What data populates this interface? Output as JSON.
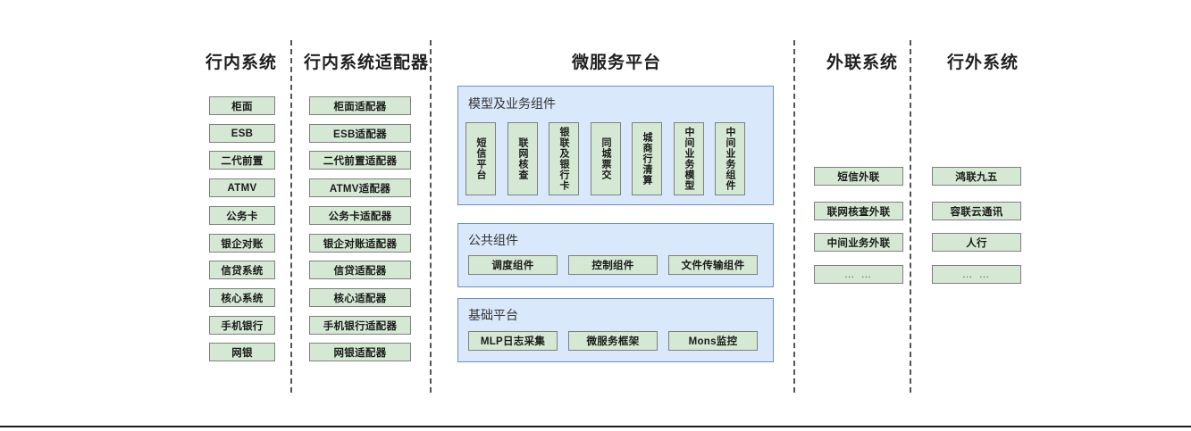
{
  "diagram": {
    "title_center": "微服务平台",
    "columns": [
      {
        "id": "inhouse",
        "title": "行内系统",
        "items": [
          "柜面",
          "ESB",
          "二代前置",
          "ATMV",
          "公务卡",
          "银企对账",
          "信贷系统",
          "核心系统",
          "手机银行",
          "网银"
        ]
      },
      {
        "id": "inhouse-adapter",
        "title": "行内系统适配器",
        "items": [
          "柜面适配器",
          "ESB适配器",
          "二代前置适配器",
          "ATMV适配器",
          "公务卡适配器",
          "银企对账适配器",
          "信贷适配器",
          "核心适配器",
          "手机银行适配器",
          "网银适配器"
        ]
      },
      {
        "id": "external-link",
        "title": "外联系统",
        "items": [
          "短信外联",
          "联网核查外联",
          "中间业务外联",
          "… …"
        ]
      },
      {
        "id": "outside-bank",
        "title": "行外系统",
        "items": [
          "鸿联九五",
          "容联云通讯",
          "人行",
          "… …"
        ]
      }
    ],
    "platform": {
      "title": "微服务平台",
      "groups": [
        {
          "id": "model-business",
          "title": "模型及业务组件",
          "orientation": "vertical",
          "items": [
            "短信平台",
            "联网核查",
            "银联及银行卡",
            "同城票交",
            "城商行清算",
            "中间业务模型",
            "中间业务组件"
          ]
        },
        {
          "id": "public-components",
          "title": "公共组件",
          "orientation": "horizontal",
          "items": [
            "调度组件",
            "控制组件",
            "文件传输组件"
          ]
        },
        {
          "id": "base-platform",
          "title": "基础平台",
          "orientation": "horizontal",
          "items": [
            "MLP日志采集",
            "微服务框架",
            "Mons监控"
          ]
        }
      ]
    },
    "colors": {
      "node_fill": "#d5e8d4",
      "node_border": "#7f7f7f",
      "panel_fill": "#dae8fc",
      "panel_border": "#6c8ebf",
      "divider": "#555555",
      "text": "#1a1a1a"
    }
  }
}
